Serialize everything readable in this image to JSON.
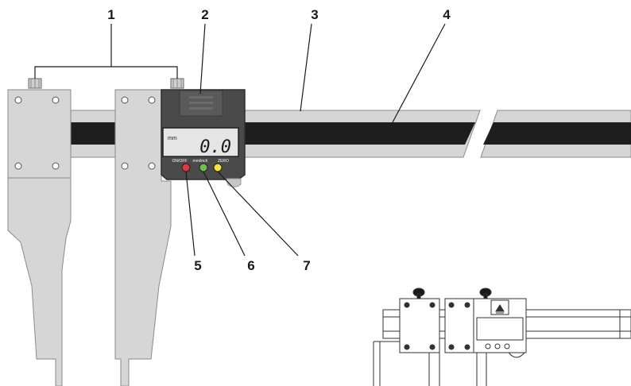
{
  "callouts": {
    "c1": "1",
    "c2": "2",
    "c3": "3",
    "c4": "4",
    "c5": "5",
    "c6": "6",
    "c7": "7"
  },
  "display": {
    "unit": "mm",
    "reading": "0.0"
  },
  "buttons": {
    "b1": {
      "label": "ON/OFF",
      "color": "#e0393e"
    },
    "b2": {
      "label": "mm/inch",
      "color": "#6cc04a"
    },
    "b3": {
      "label": "ZERO",
      "color": "#f2e23a"
    }
  },
  "colors": {
    "body": "#d3d3d3",
    "edge": "#7a7a7a",
    "scale": "#1e1e1e",
    "head": "#4a4a4a"
  }
}
